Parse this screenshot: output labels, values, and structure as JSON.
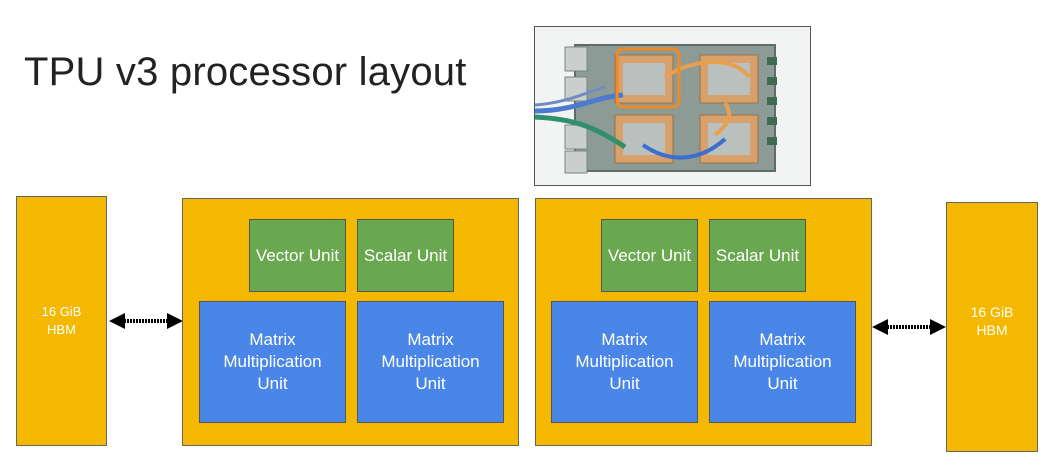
{
  "title": "TPU v3 processor layout",
  "hbm_left": {
    "label": "16 GiB HBM"
  },
  "hbm_right": {
    "label": "16 GiB HBM"
  },
  "core_left": {
    "vector_unit": "Vector Unit",
    "scalar_unit": "Scalar Unit",
    "mxu_1": "Matrix Multiplication Unit",
    "mxu_2": "Matrix Multiplication Unit"
  },
  "core_right": {
    "vector_unit": "Vector Unit",
    "scalar_unit": "Scalar Unit",
    "mxu_1": "Matrix Multiplication Unit",
    "mxu_2": "Matrix Multiplication Unit"
  },
  "colors": {
    "core_fill": "#f5b800",
    "small_unit_fill": "#6aa84f",
    "mxu_fill": "#4a86e8"
  }
}
